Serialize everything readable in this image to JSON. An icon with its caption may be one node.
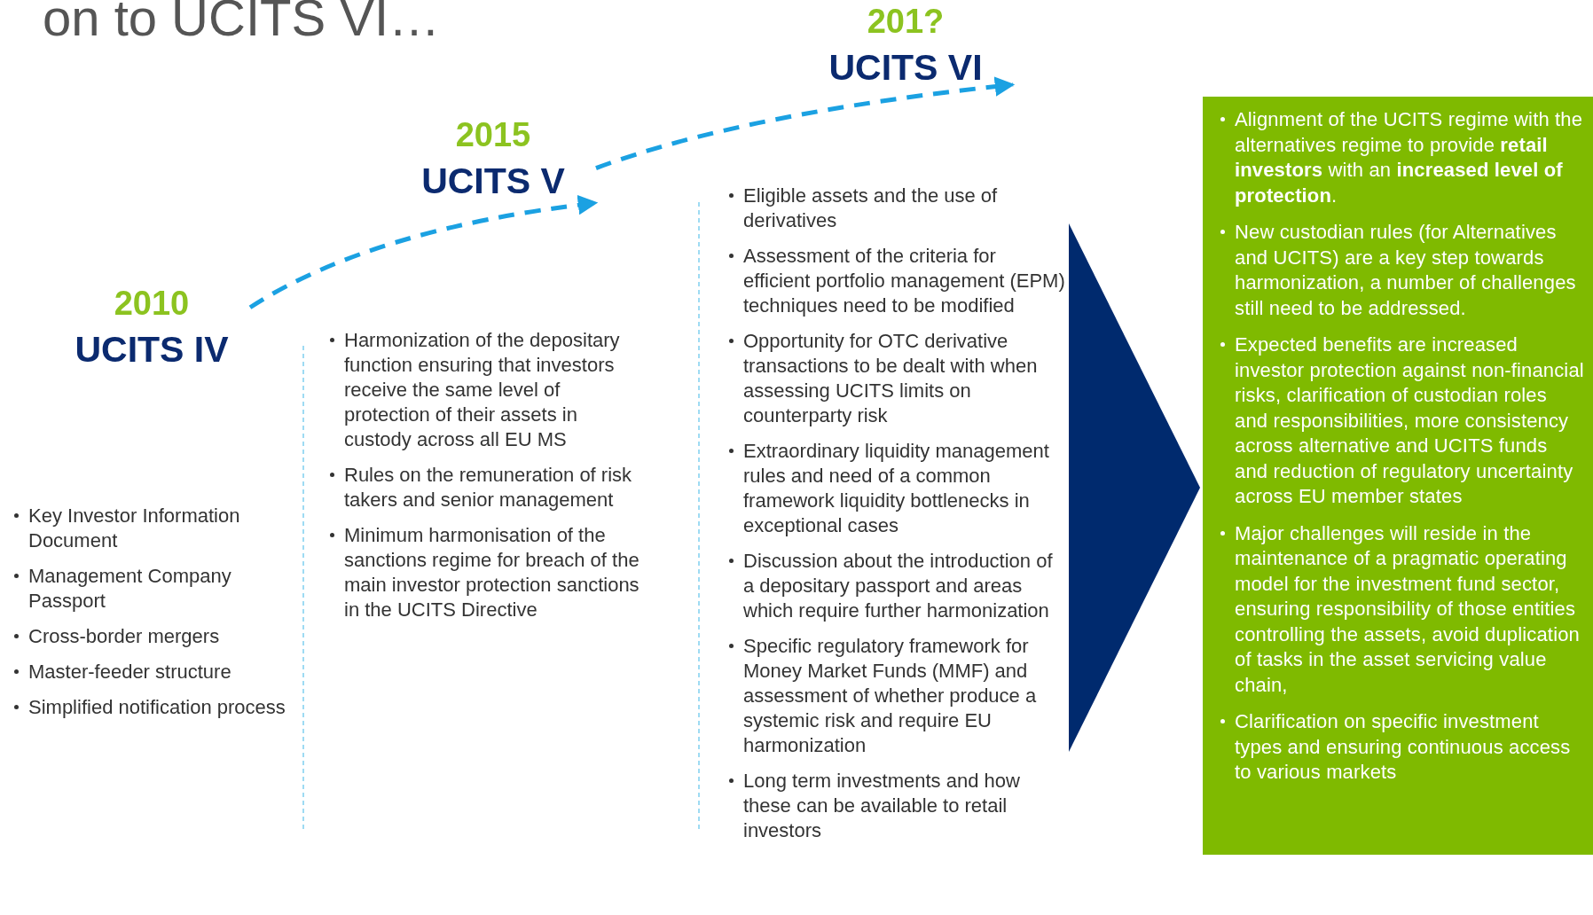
{
  "diagram": {
    "title": "on to UCITS VI…",
    "nodes": [
      {
        "text": [
          "2010",
          "UCITS IV"
        ]
      },
      {
        "text": [
          "2015",
          "UCITS V"
        ]
      },
      {
        "text": [
          "201?",
          "UCITS VI"
        ]
      },
      {
        "text": [
          "Eligible assets and the use of derivatives",
          "Assessment of the criteria for efficient portfolio management (EPM) techniques need to be modified",
          "Opportunity for OTC derivative transactions to be dealt with when assessing UCITS limits on counterparty risk",
          "Extraordinary liquidity management  rules and need of a common framework liquidity bottlenecks in exceptional cases",
          "Discussion about  the introduction of a depositary passport and areas which require further harmonization",
          "Specific  regulatory framework for Money Market Funds (MMF)  and assessment of whether produce a systemic risk and require EU harmonization",
          "Long term investments and how these can be available to retail investors"
        ]
      },
      {
        "text": [
          "Alignment of the UCITS regime with the alternatives  regime to provide **retail investors** with an **increased level of protection**.",
          "New custodian rules (for Alternatives and UCITS) are a key step towards harmonization, a number of challenges still need to be addressed.",
          "Expected benefits are increased investor protection against non-financial risks, clarification of custodian roles and responsibilities, more consistency across alternative and UCITS funds and reduction of regulatory uncertainty across EU member states",
          "Major challenges will reside in the maintenance of a pragmatic operating model for the investment fund sector, ensuring responsibility of those entities controlling the assets, avoid duplication of tasks in the asset servicing value chain,",
          "Clarification on specific investment types and ensuring continuous access to various markets"
        ]
      }
    ],
    "edges": [
      {
        "from": 0,
        "to": 1,
        "arrow": "to",
        "style": "dashed",
        "color": "#1ba1e2"
      },
      {
        "from": 1,
        "to": 2,
        "arrow": "to",
        "style": "dashed",
        "color": "#1ba1e2"
      },
      {
        "from": 3,
        "to": 4,
        "arrow": "to",
        "style": "thick",
        "color": "#002a6e"
      }
    ],
    "labels": [
      "Key Investor Information Document",
      "Management Company Passport",
      "Cross-border mergers",
      "Master-feeder structure",
      "Simplified notification process",
      "Harmonization of the depositary function ensuring that investors receive the same level of protection of their assets in custody across all EU MS",
      "Rules on the remuneration of risk takers and senior management",
      "Minimum harmonisation of the sanctions regime for breach of the main investor protection sanctions in the UCITS Directive"
    ]
  }
}
